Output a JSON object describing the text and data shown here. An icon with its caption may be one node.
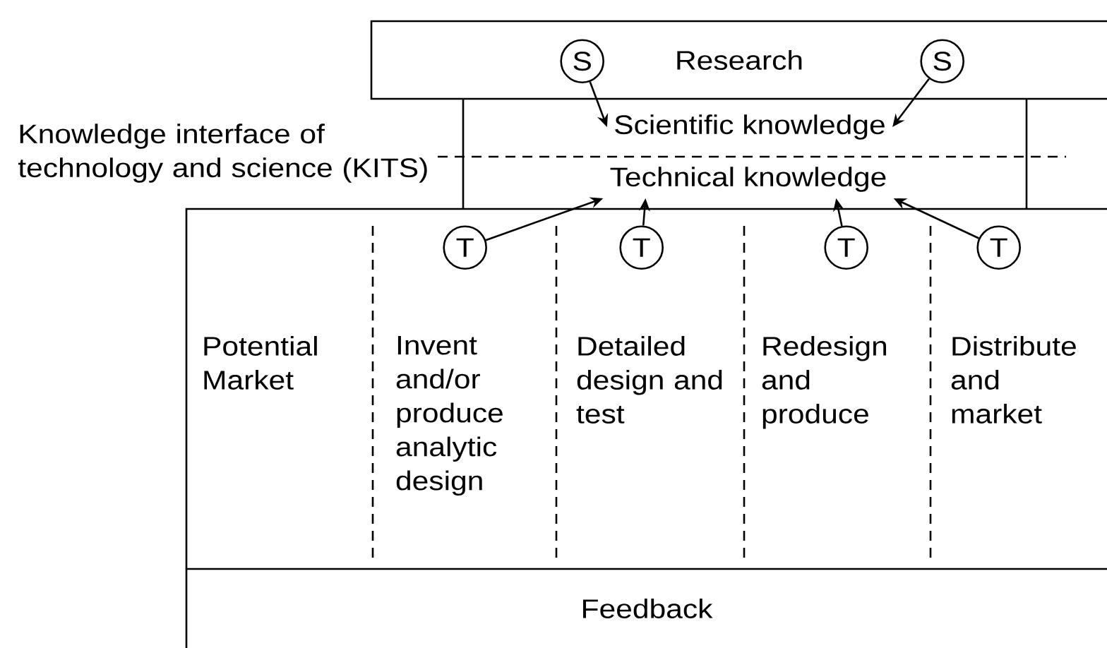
{
  "diagram": {
    "nodes": [
      {
        "text": [
          "Research"
        ]
      },
      {
        "text": [
          "S"
        ],
        "in": 0
      },
      {
        "text": [
          "S"
        ],
        "in": 0
      },
      {
        "text": [
          "Scientific knowledge"
        ]
      },
      {
        "text": [
          "Technical knowledge"
        ]
      },
      {
        "text": [],
        "shape": "box"
      },
      {
        "text": [
          "Potential Market"
        ],
        "in": 5
      },
      {
        "text": [
          "Invent and/or produce analytic design"
        ],
        "in": 5
      },
      {
        "text": [
          "Detailed design and test"
        ],
        "in": 5
      },
      {
        "text": [
          "Redesign and produce"
        ],
        "in": 5
      },
      {
        "text": [
          "Distribute and market"
        ],
        "in": 5
      },
      {
        "text": [
          "T"
        ],
        "in": 5
      },
      {
        "text": [
          "T"
        ],
        "in": 5
      },
      {
        "text": [
          "T"
        ],
        "in": 5
      },
      {
        "text": [
          "T"
        ],
        "in": 5
      },
      {
        "text": [
          "Feedback"
        ]
      }
    ],
    "edges": [
      {
        "from": 1,
        "to": 3,
        "arrow": "to"
      },
      {
        "from": 2,
        "to": 3,
        "arrow": "to"
      },
      {
        "from": 11,
        "to": 4,
        "arrow": "to"
      },
      {
        "from": 12,
        "to": 4,
        "arrow": "to"
      },
      {
        "from": 13,
        "to": 4,
        "arrow": "to"
      },
      {
        "from": 14,
        "to": 4,
        "arrow": "to"
      }
    ],
    "labels": [
      "Knowledge interface of technology and science (KITS)"
    ]
  }
}
